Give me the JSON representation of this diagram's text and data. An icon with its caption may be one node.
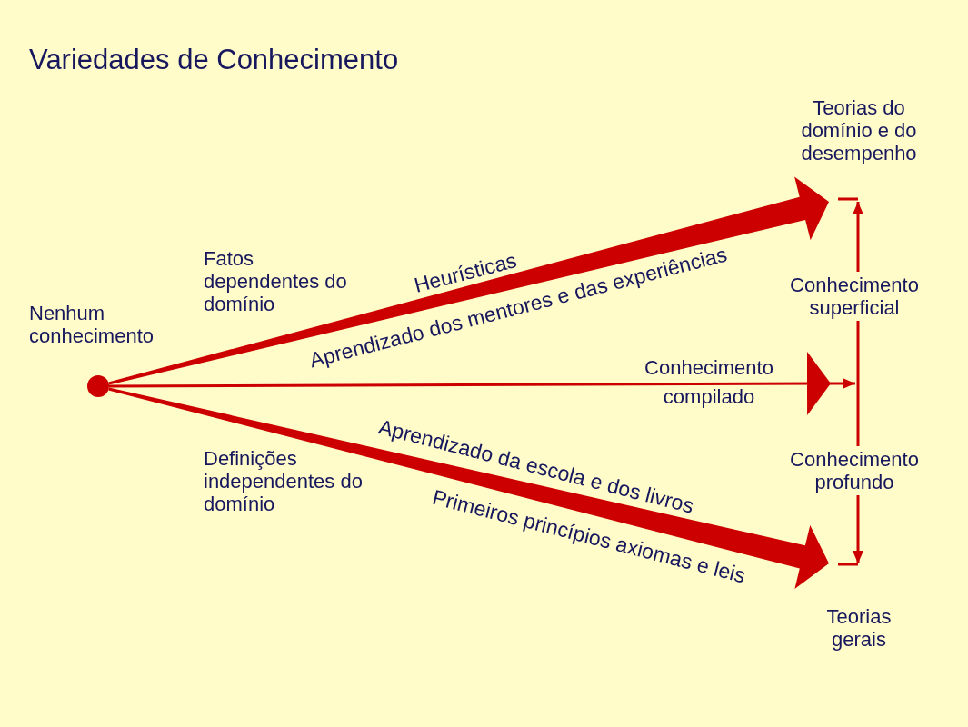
{
  "diagram": {
    "title": "Variedades de Conhecimento",
    "nodes": [
      {
        "text": [],
        "shape": "circle",
        "beside": [
          "Nenhum conhecimento"
        ]
      },
      {
        "text": [
          "Teorias do domínio e do desempenho"
        ]
      },
      {
        "text": [
          "Teorias gerais"
        ]
      }
    ],
    "edges": [
      {
        "from": 0,
        "to": 1,
        "arrow": "to",
        "label": "Heurísticas",
        "style": "thick"
      },
      {
        "from": 0,
        "to": null,
        "arrow": "to",
        "label": "Conhecimento compilado"
      },
      {
        "from": 0,
        "to": 2,
        "arrow": "to",
        "label": "Aprendizado da escola e dos livros",
        "style": "thick"
      },
      {
        "from": null,
        "to": 1,
        "arrow": "to",
        "label": "Conhecimento superficial"
      },
      {
        "from": null,
        "to": 2,
        "arrow": "to",
        "label": "Conhecimento profundo"
      }
    ],
    "labels": [
      "Fatos dependentes do domínio",
      "Aprendizado dos mentores e das experiências",
      "Definições independentes do domínio",
      "Primeiros princípios axiomas e leis"
    ]
  }
}
